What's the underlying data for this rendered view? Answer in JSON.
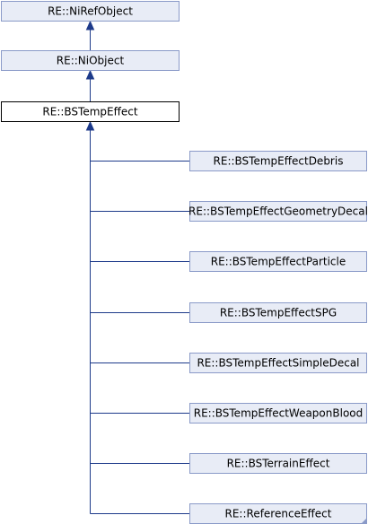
{
  "diagram": {
    "ancestors": [
      {
        "id": "niref",
        "label": "RE::NiRefObject"
      },
      {
        "id": "niobject",
        "label": "RE::NiObject"
      }
    ],
    "current": {
      "id": "bstemp",
      "label": "RE::BSTempEffect"
    },
    "children": [
      {
        "id": "debris",
        "label": "RE::BSTempEffectDebris"
      },
      {
        "id": "geomdecal",
        "label": "RE::BSTempEffectGeometryDecal"
      },
      {
        "id": "particle",
        "label": "RE::BSTempEffectParticle"
      },
      {
        "id": "spg",
        "label": "RE::BSTempEffectSPG"
      },
      {
        "id": "simpledecal",
        "label": "RE::BSTempEffectSimpleDecal"
      },
      {
        "id": "weaponblood",
        "label": "RE::BSTempEffectWeaponBlood"
      },
      {
        "id": "terrain",
        "label": "RE::BSTerrainEffect"
      },
      {
        "id": "reference",
        "label": "RE::ReferenceEffect"
      }
    ],
    "colors": {
      "node_fill": "#e8ecf6",
      "node_border": "#8a9ac8",
      "current_border": "#000000",
      "edge": "#1d3a8a"
    }
  }
}
